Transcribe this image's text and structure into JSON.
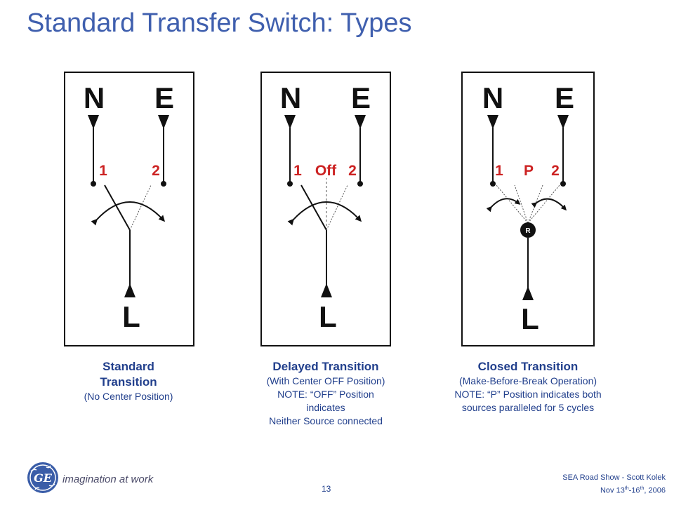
{
  "slide": {
    "title": "Standard Transfer Switch:  Types",
    "page_number": "13"
  },
  "panels": [
    {
      "n_label": "N",
      "e_label": "E",
      "l_label": "L",
      "pos1_label": "1",
      "pos2_label": "2",
      "mid_label": ""
    },
    {
      "n_label": "N",
      "e_label": "E",
      "l_label": "L",
      "pos1_label": "1",
      "pos2_label": "2",
      "mid_label": "Off"
    },
    {
      "n_label": "N",
      "e_label": "E",
      "l_label": "L",
      "pos1_label": "1",
      "pos2_label": "2",
      "mid_label": "P",
      "relay_label": "R"
    }
  ],
  "captions": [
    {
      "heading_1": "Standard",
      "heading_2": "Transition",
      "line_1": "(No Center Position)"
    },
    {
      "heading_1": "Delayed Transition",
      "line_1": "(With Center OFF Position)",
      "line_2": "NOTE: “OFF” Position",
      "line_3": "indicates",
      "line_4": "Neither Source connected"
    },
    {
      "heading_1": "Closed Transition",
      "line_1": "(Make-Before-Break Operation)",
      "line_2": "NOTE: “P” Position indicates both",
      "line_3": "sources paralleled for 5 cycles"
    }
  ],
  "footer": {
    "logo_text": "GE",
    "tagline": "imagination at work",
    "event": "SEA Road Show - Scott Kolek",
    "dates_prefix": "Nov 13",
    "dates_sup1": "th",
    "dates_mid": "-16",
    "dates_sup2": "th",
    "dates_suffix": ", 2006"
  },
  "colors": {
    "title": "#3f5fae",
    "caption": "#213f8c",
    "position_label": "#cc2222",
    "diagram": "#111111"
  }
}
